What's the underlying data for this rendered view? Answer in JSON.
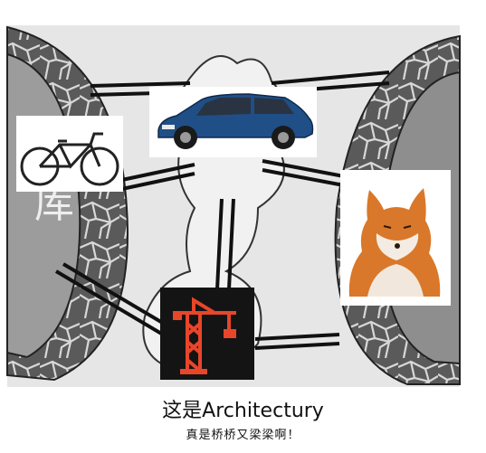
{
  "meme": {
    "background_image": "dark-network-sketch",
    "background_glyph_left": "库",
    "caption_main": "这是Architectury",
    "caption_sub": "真是桥桥又梁梁啊！"
  },
  "tiles": [
    {
      "name": "car-photo",
      "icon": "suv-car"
    },
    {
      "name": "bicycle-photo",
      "icon": "bicycle"
    },
    {
      "name": "fox-photo",
      "icon": "fox"
    },
    {
      "name": "crane-logo",
      "icon": "construction-crane",
      "color": "#e8462a"
    }
  ],
  "colors": {
    "sketch_dark": "#4d4d4d",
    "sketch_light": "#e2e2e2",
    "crane_orange": "#e8462a",
    "car_blue": "#1f4f86"
  }
}
